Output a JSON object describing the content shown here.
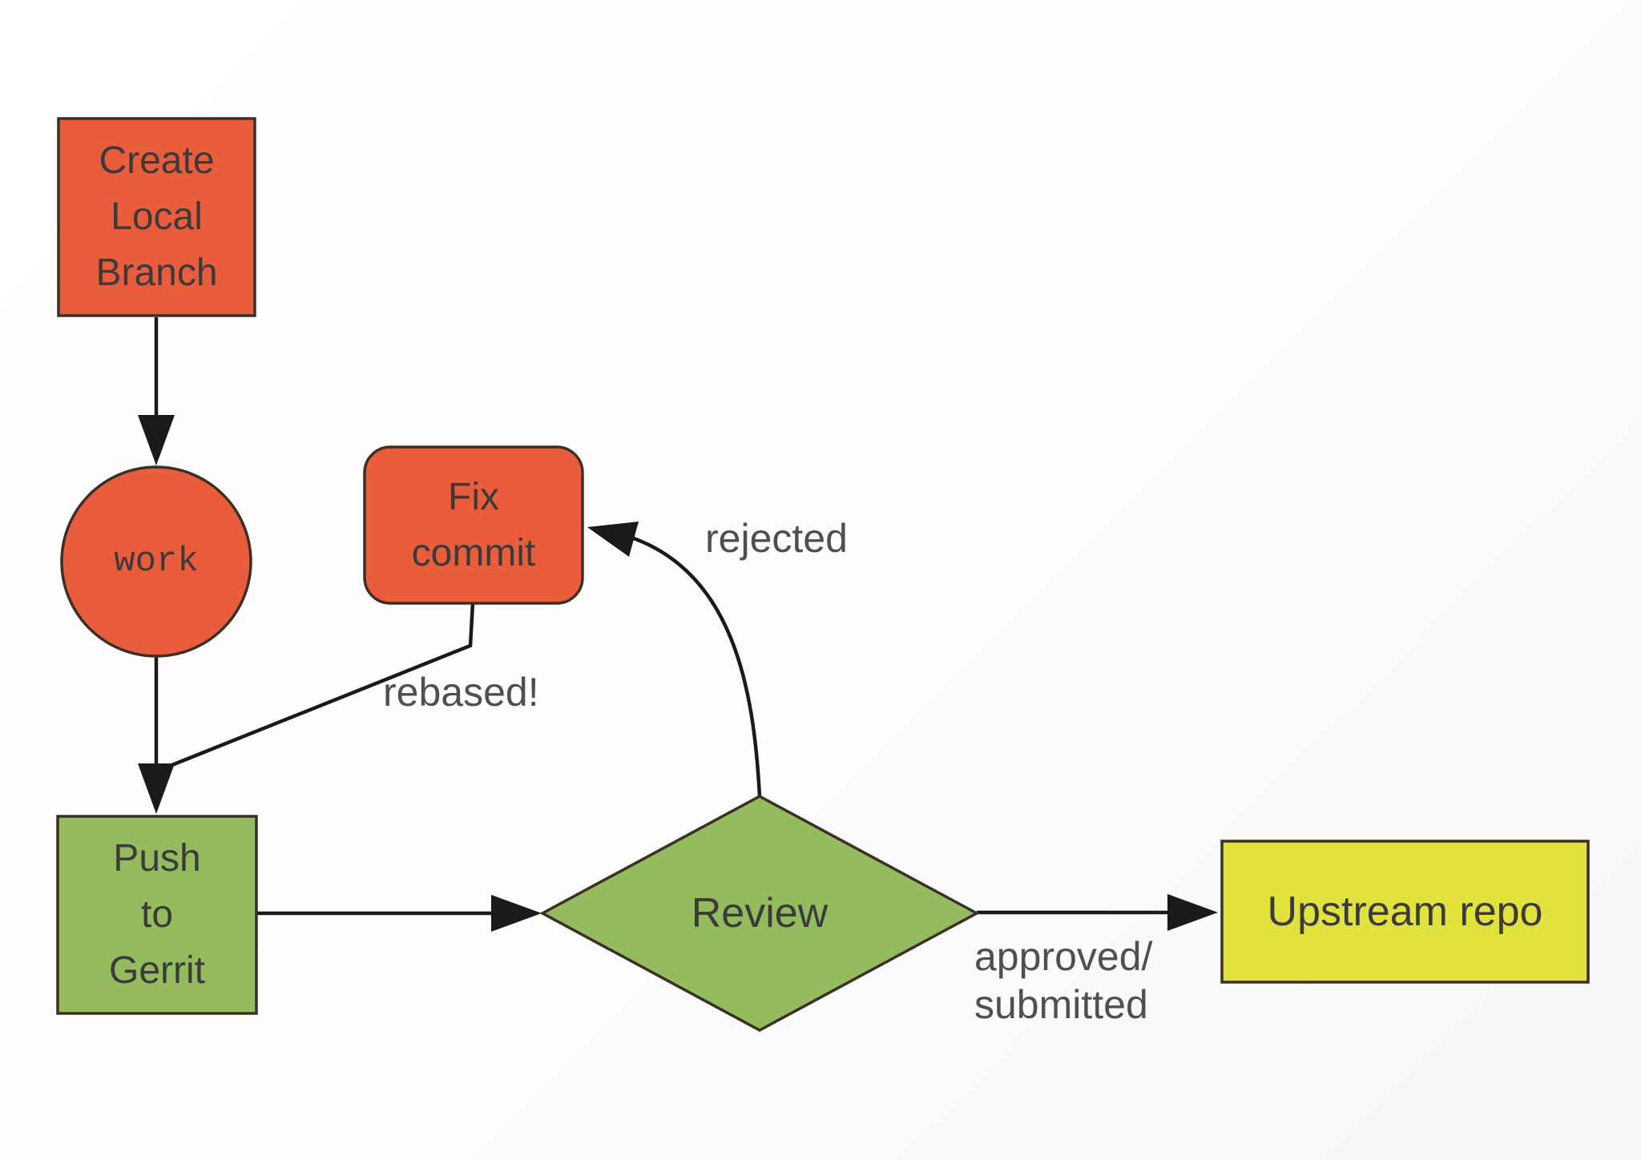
{
  "diagram": {
    "kind": "flowchart",
    "nodes": {
      "create_branch": {
        "label": "Create\nLocal\nBranch",
        "shape": "rectangle",
        "fill": "#E95D3C"
      },
      "work": {
        "label": "work",
        "shape": "circle",
        "fill": "#E95D3C"
      },
      "fix_commit": {
        "label": "Fix\ncommit",
        "shape": "rounded-rectangle",
        "fill": "#E95D3C"
      },
      "push_gerrit": {
        "label": "Push\nto\nGerrit",
        "shape": "rectangle",
        "fill": "#94BB5E"
      },
      "review": {
        "label": "Review",
        "shape": "diamond",
        "fill": "#94BB5E"
      },
      "upstream": {
        "label": "Upstream repo",
        "shape": "rectangle",
        "fill": "#E2E23E"
      }
    },
    "edges": [
      {
        "from": "create_branch",
        "to": "work",
        "label": ""
      },
      {
        "from": "work",
        "to": "push_gerrit",
        "label": ""
      },
      {
        "from": "fix_commit",
        "to": "push_gerrit",
        "label": "rebased!"
      },
      {
        "from": "push_gerrit",
        "to": "review",
        "label": ""
      },
      {
        "from": "review",
        "to": "fix_commit",
        "label": "rejected"
      },
      {
        "from": "review",
        "to": "upstream",
        "label": "approved/\nsubmitted"
      }
    ]
  },
  "colors": {
    "orange_node": "#E95D3C",
    "green_node": "#94BB5E",
    "yellow_node": "#E2E23E",
    "node_border": "#3A3026",
    "node_text": "#3B3B3B",
    "edge_label_text": "#4F4F4F",
    "arrow": "#1A1A1A",
    "background": "#FCFCFC"
  }
}
